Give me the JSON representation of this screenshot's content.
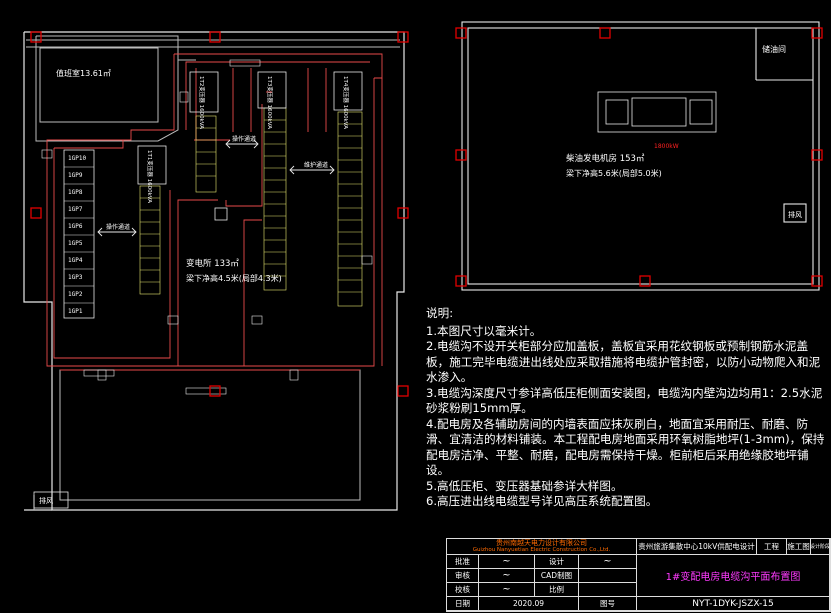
{
  "rooms": {
    "duty_room": "值班室13.61㎡",
    "transformer_room": "变电所 133㎡",
    "transformer_level": "梁下净高4.5米(局部4.3米)",
    "diesel_room": "柴油发电机房 153㎡",
    "diesel_level": "梁下净高5.6米(局部5.0米)",
    "oil_tank": "储油间",
    "exhaust_top": "排风",
    "exhaust_bottom": "排风",
    "generator_label": "1800kW"
  },
  "transformers": {
    "t1": "1T1变压器 1600kVA",
    "t2": "1T2变压器 1600kVA",
    "t3": "1T3变压器 1600kVA",
    "t4": "1T4变压器 1600kVA"
  },
  "corridor_labels": {
    "left": "操作通道",
    "middle": "操作通道",
    "right": "维护通道"
  },
  "cabinets": {
    "left_column": [
      "1GP10",
      "1GP9",
      "1GP8",
      "1GP7",
      "1GP6",
      "1GP5",
      "1GP4",
      "1GP3",
      "1GP2",
      "1GP1"
    ]
  },
  "notes": {
    "heading": "说明:",
    "lines": [
      "1.本图尺寸以毫米计。",
      "2.电缆沟不设开关柜部分应加盖板，盖板宜采用花纹钢板或预制钢筋水泥盖板，施工完毕电缆进出线处应采取措施将电缆护管封密，以防小动物爬入和泥水渗入。",
      "3.电缆沟深度尺寸参详高低压柜侧面安装图，电缆沟内壁沟边均用1：2.5水泥砂浆粉刷15mm厚。",
      "4.配电房及各辅助房间的内墙表面应抹灰刷白，地面宜采用耐压、耐磨、防滑、宜清洁的材料铺装。本工程配电房地面采用环氧树脂地坪(1-3mm)，保持配电房洁净、平整、耐磨，配电房需保持干燥。柜前柜后采用绝缘胶地坪铺设。",
      "5.高低压柜、变压器基础参详大样图。",
      "6.高压进出线电缆型号详见高压系统配置图。"
    ]
  },
  "title_block": {
    "company": "贵州南越天电力设计有限公司",
    "company_en": "Guizhou Nanyuetian Electric Construction Co.,Ltd.",
    "project": "贵州旅游集散中心10kV供配电设计",
    "project_suffix": "工程",
    "stage": "施工图",
    "stage2": "设计阶段",
    "row_labels": [
      "批准",
      "审核",
      "校核"
    ],
    "col_labels": [
      "设计",
      "CAD制图",
      "比例",
      "日期",
      "图号"
    ],
    "date": "2020.09",
    "drawing_title": "1#变配电房电缆沟平面布置图",
    "drawing_code": "NYT-1DYK-JSZX-15"
  },
  "colors": {
    "background": "#000000",
    "wall": "#ffffff",
    "column": "#e00000",
    "trench": "#e84a4a",
    "cabinet": "#e8e870",
    "accent_title": "#ff3aff",
    "company": "#ff6a00"
  }
}
